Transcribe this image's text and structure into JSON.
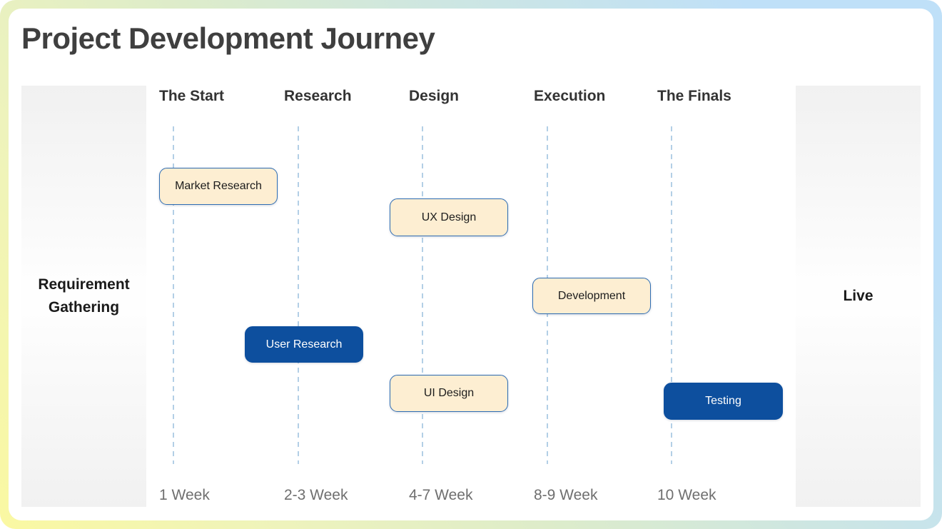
{
  "title": "Project Development Journey",
  "left_panel": {
    "label": "Requirement Gathering"
  },
  "right_panel": {
    "label": "Live"
  },
  "columns": [
    {
      "header": "The Start",
      "week": "1 Week"
    },
    {
      "header": "Research",
      "week": "2-3 Week"
    },
    {
      "header": "Design",
      "week": "4-7 Week"
    },
    {
      "header": "Execution",
      "week": "8-9 Week"
    },
    {
      "header": "The Finals",
      "week": "10 Week"
    }
  ],
  "tasks": [
    {
      "label": "Market Research",
      "variant": "cream",
      "column": "The Start"
    },
    {
      "label": "UX Design",
      "variant": "cream",
      "column": "Design"
    },
    {
      "label": "Development",
      "variant": "cream",
      "column": "Execution"
    },
    {
      "label": "User Research",
      "variant": "blue",
      "column": "Research"
    },
    {
      "label": "UI Design",
      "variant": "cream",
      "column": "Design"
    },
    {
      "label": "Testing",
      "variant": "blue",
      "column": "The Finals"
    }
  ],
  "colors": {
    "frame_yellow": "#faf8a2",
    "frame_green": "#ddecca",
    "frame_blue": "#bfe0f8",
    "task_cream_fill": "#fdeed2",
    "task_border_blue": "#2e6db4",
    "task_blue_fill": "#0d4f9e",
    "task_blue_text": "#ffffff",
    "dashed_line": "#b3cfe6",
    "panel_gray": "#f1f1f1",
    "title_text": "#3f3f3f",
    "header_text": "#333333",
    "week_text": "#6f6f6f"
  }
}
